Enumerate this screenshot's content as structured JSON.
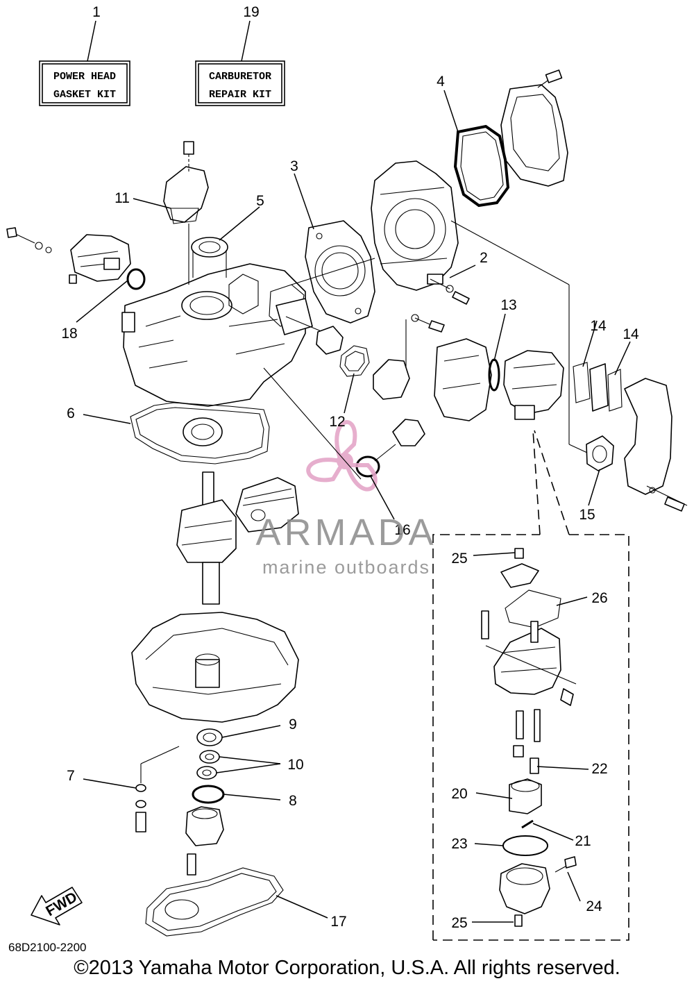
{
  "kits": {
    "power_head": {
      "ref": "1",
      "line1": "POWER HEAD",
      "line2": "GASKET KIT"
    },
    "carburetor": {
      "ref": "19",
      "line1": "CARBURETOR",
      "line2": "REPAIR KIT"
    }
  },
  "callouts": {
    "c2": "2",
    "c3": "3",
    "c4": "4",
    "c5": "5",
    "c6": "6",
    "c7": "7",
    "c8": "8",
    "c9": "9",
    "c10": "10",
    "c11": "11",
    "c12": "12",
    "c13": "13",
    "c14a": "14",
    "c14b": "14",
    "c15": "15",
    "c16": "16",
    "c17": "17",
    "c18": "18",
    "c20": "20",
    "c21": "21",
    "c22": "22",
    "c23": "23",
    "c24": "24",
    "c25a": "25",
    "c25b": "25",
    "c26": "26"
  },
  "fwd_label": "FWD",
  "watermark": {
    "brand": "ARMADA",
    "tagline": "marine outboards",
    "accent": "#e4a6c8"
  },
  "diagram_code": "68D2100-2200",
  "copyright": "©2013 Yamaha Motor Corporation, U.S.A. All rights reserved."
}
